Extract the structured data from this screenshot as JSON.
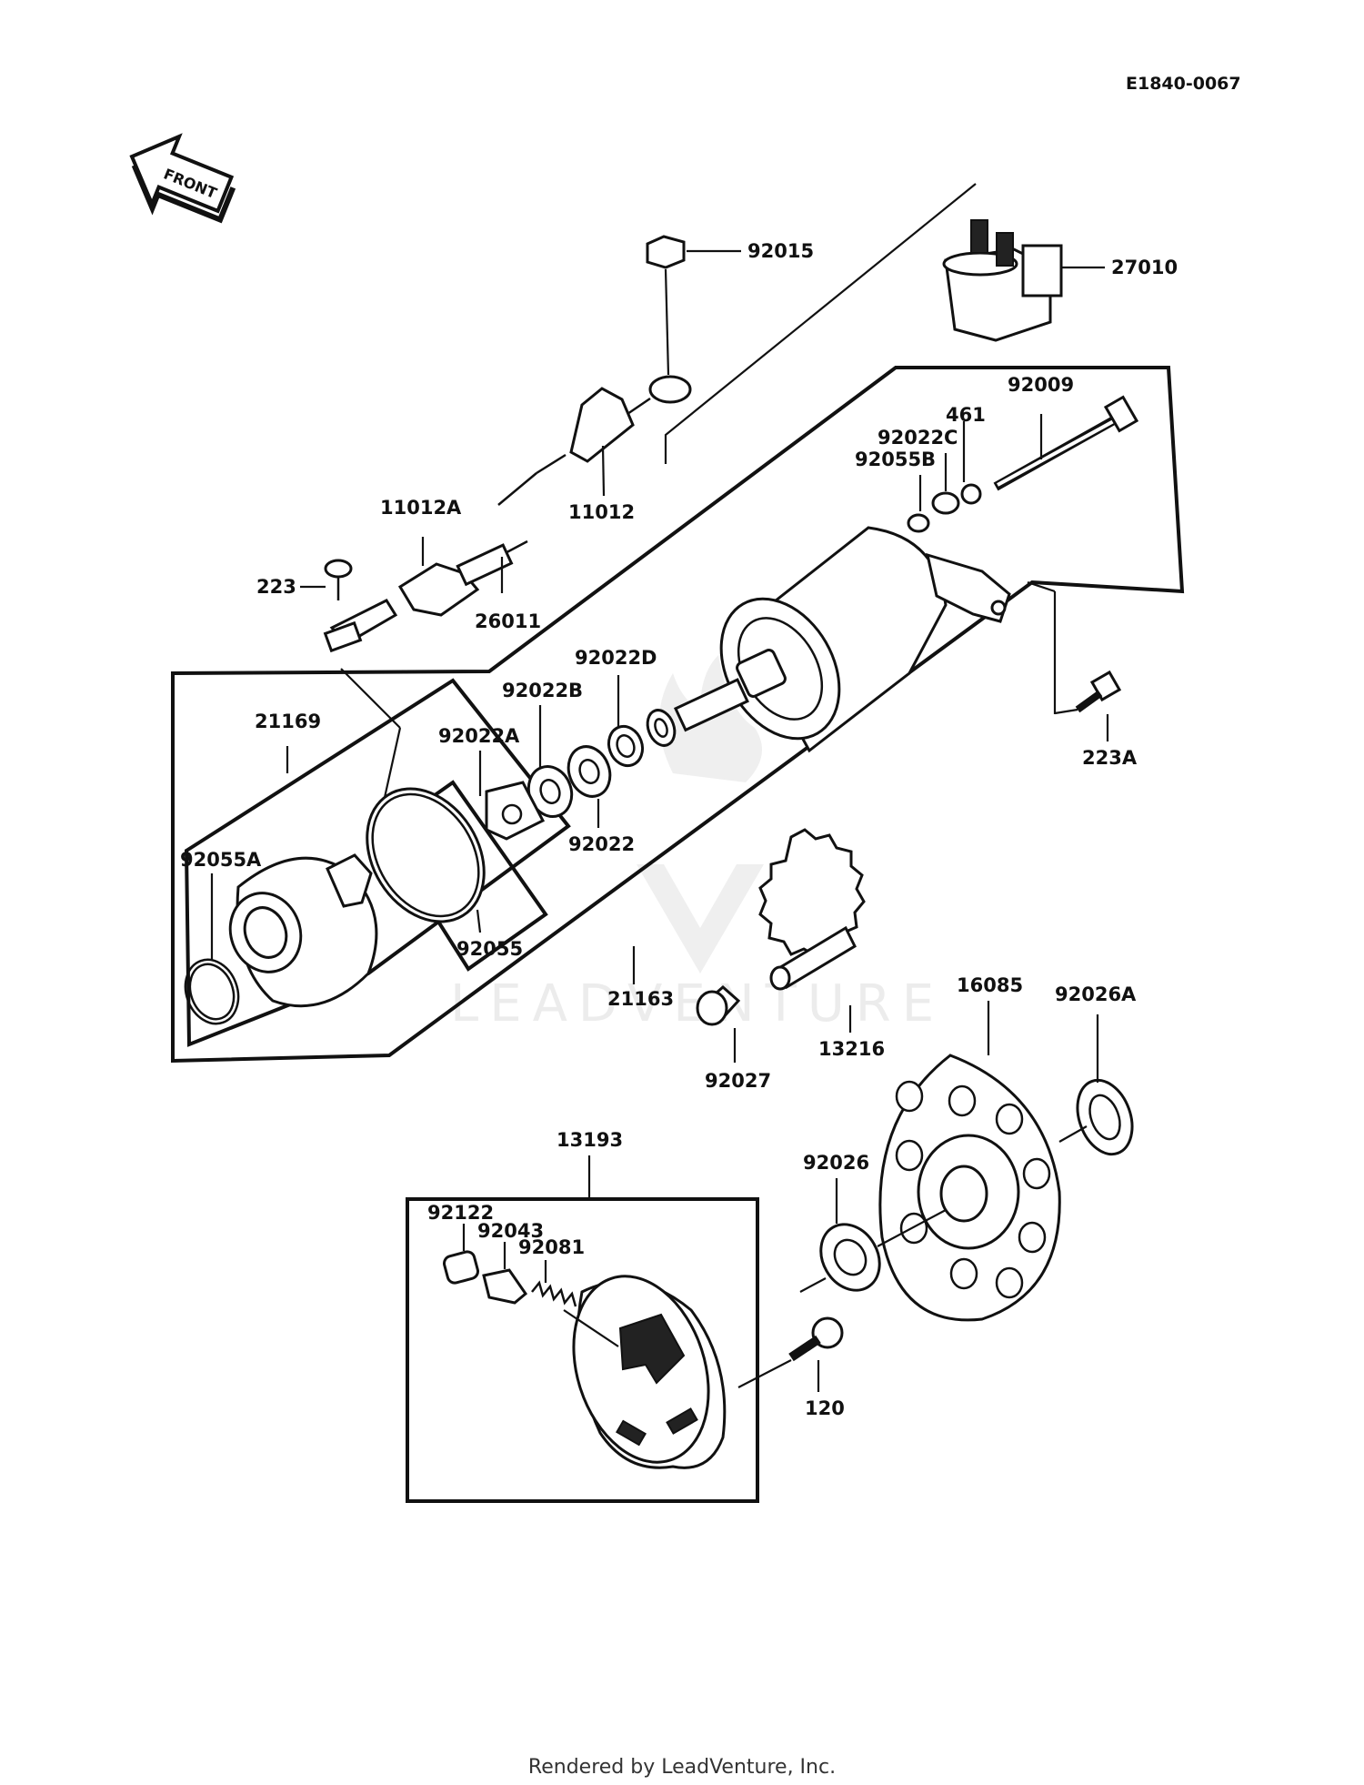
{
  "diagram": {
    "code": "E1840-0067",
    "front_label": "FRONT",
    "watermark": "LEADVENTURE",
    "parts": {
      "p92015": "92015",
      "p27010": "27010",
      "p92009": "92009",
      "p461": "461",
      "p92022C": "92022C",
      "p92055B": "92055B",
      "p11012": "11012",
      "p11012A": "11012A",
      "p223": "223",
      "p26011": "26011",
      "p21169": "21169",
      "p92022D": "92022D",
      "p92022B": "92022B",
      "p92022A": "92022A",
      "p92022": "92022",
      "p92055A": "92055A",
      "p92055": "92055",
      "p21163": "21163",
      "p223A": "223A",
      "p13216": "13216",
      "p16085": "16085",
      "p92026A": "92026A",
      "p92027": "92027",
      "p13193": "13193",
      "p92026": "92026",
      "p92122": "92122",
      "p92043": "92043",
      "p92081": "92081",
      "p120": "120"
    }
  },
  "footer": "Rendered by LeadVenture, Inc."
}
